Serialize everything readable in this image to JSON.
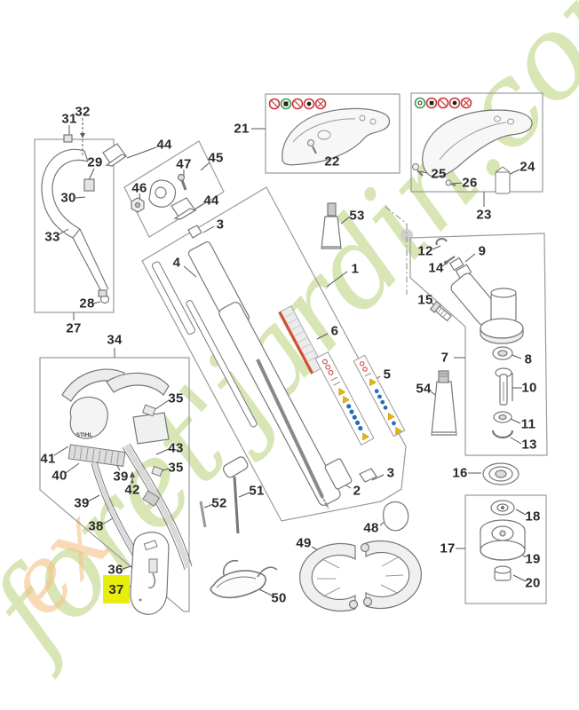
{
  "page": {
    "background": "#ffffff",
    "description_type": "exploded-parts-diagram"
  },
  "watermark": {
    "text": "foret'jardin.com",
    "color": "#b2cd6e",
    "accent_text": "ex",
    "accent_color": "#f5c387"
  },
  "brand_label": "STIHL",
  "highlight": {
    "selected_part": "37",
    "color": "#e7ee0c"
  },
  "colors": {
    "line_art": "#777777",
    "box_border": "#9a9a9a",
    "safety_red": "#c93838",
    "safety_green": "#3f9e48",
    "sticker_blue": "#2a6db5",
    "sticker_yellow": "#e8b500",
    "sticker_red_edge": "#d94e2a"
  },
  "callouts": {
    "c1": "1",
    "c2": "2",
    "c3a": "3",
    "c3b": "3",
    "c4": "4",
    "c5": "5",
    "c6": "6",
    "c7": "7",
    "c8": "8",
    "c9": "9",
    "c10": "10",
    "c11": "11",
    "c12": "12",
    "c13": "13",
    "c14": "14",
    "c15": "15",
    "c16": "16",
    "c17": "17",
    "c18": "18",
    "c19": "19",
    "c20": "20",
    "c21": "21",
    "c22": "22",
    "c23": "23",
    "c24": "24",
    "c25": "25",
    "c26": "26",
    "c27": "27",
    "c28": "28",
    "c29": "29",
    "c30": "30",
    "c31": "31",
    "c32": "32",
    "c33": "33",
    "c34": "34",
    "c35a": "35",
    "c35b": "35",
    "c36": "36",
    "c37": "37",
    "c38": "38",
    "c39a": "39",
    "c39b": "39",
    "c40": "40",
    "c41": "41",
    "c42": "42",
    "c43": "43",
    "c44a": "44",
    "c44b": "44",
    "c45": "45",
    "c46": "46",
    "c47": "47",
    "c48": "48",
    "c49": "49",
    "c50": "50",
    "c51": "51",
    "c52": "52",
    "c53": "53",
    "c54": "54"
  }
}
